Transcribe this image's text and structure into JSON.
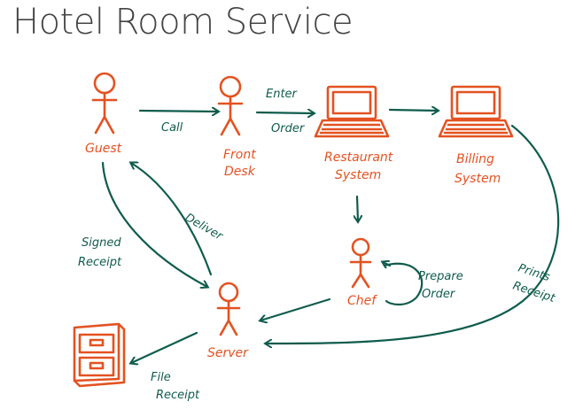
{
  "title": "Hotel Room Service",
  "nodes": {
    "guest": "Guest",
    "front_desk": [
      "Front",
      "Desk"
    ],
    "restaurant_system": [
      "Restaurant",
      "System"
    ],
    "billing_system": [
      "Billing",
      "System"
    ],
    "chef": "Chef",
    "server": "Server"
  },
  "edges": {
    "call": "Call",
    "enter_order": [
      "Enter",
      "Order"
    ],
    "deliver": "Deliver",
    "signed_receipt": [
      "Signed",
      "Receipt"
    ],
    "prepare_order": [
      "Prepare",
      "Order"
    ],
    "prints_receipt": [
      "Prints",
      "Receipt"
    ],
    "file_receipt": [
      "File",
      "Receipt"
    ]
  },
  "colors": {
    "actor": "#e35221",
    "flow": "#0f5c4c",
    "title": "#444444"
  },
  "icons": {
    "person": "stick-figure-icon",
    "laptop": "laptop-icon",
    "cabinet": "filing-cabinet-icon"
  }
}
